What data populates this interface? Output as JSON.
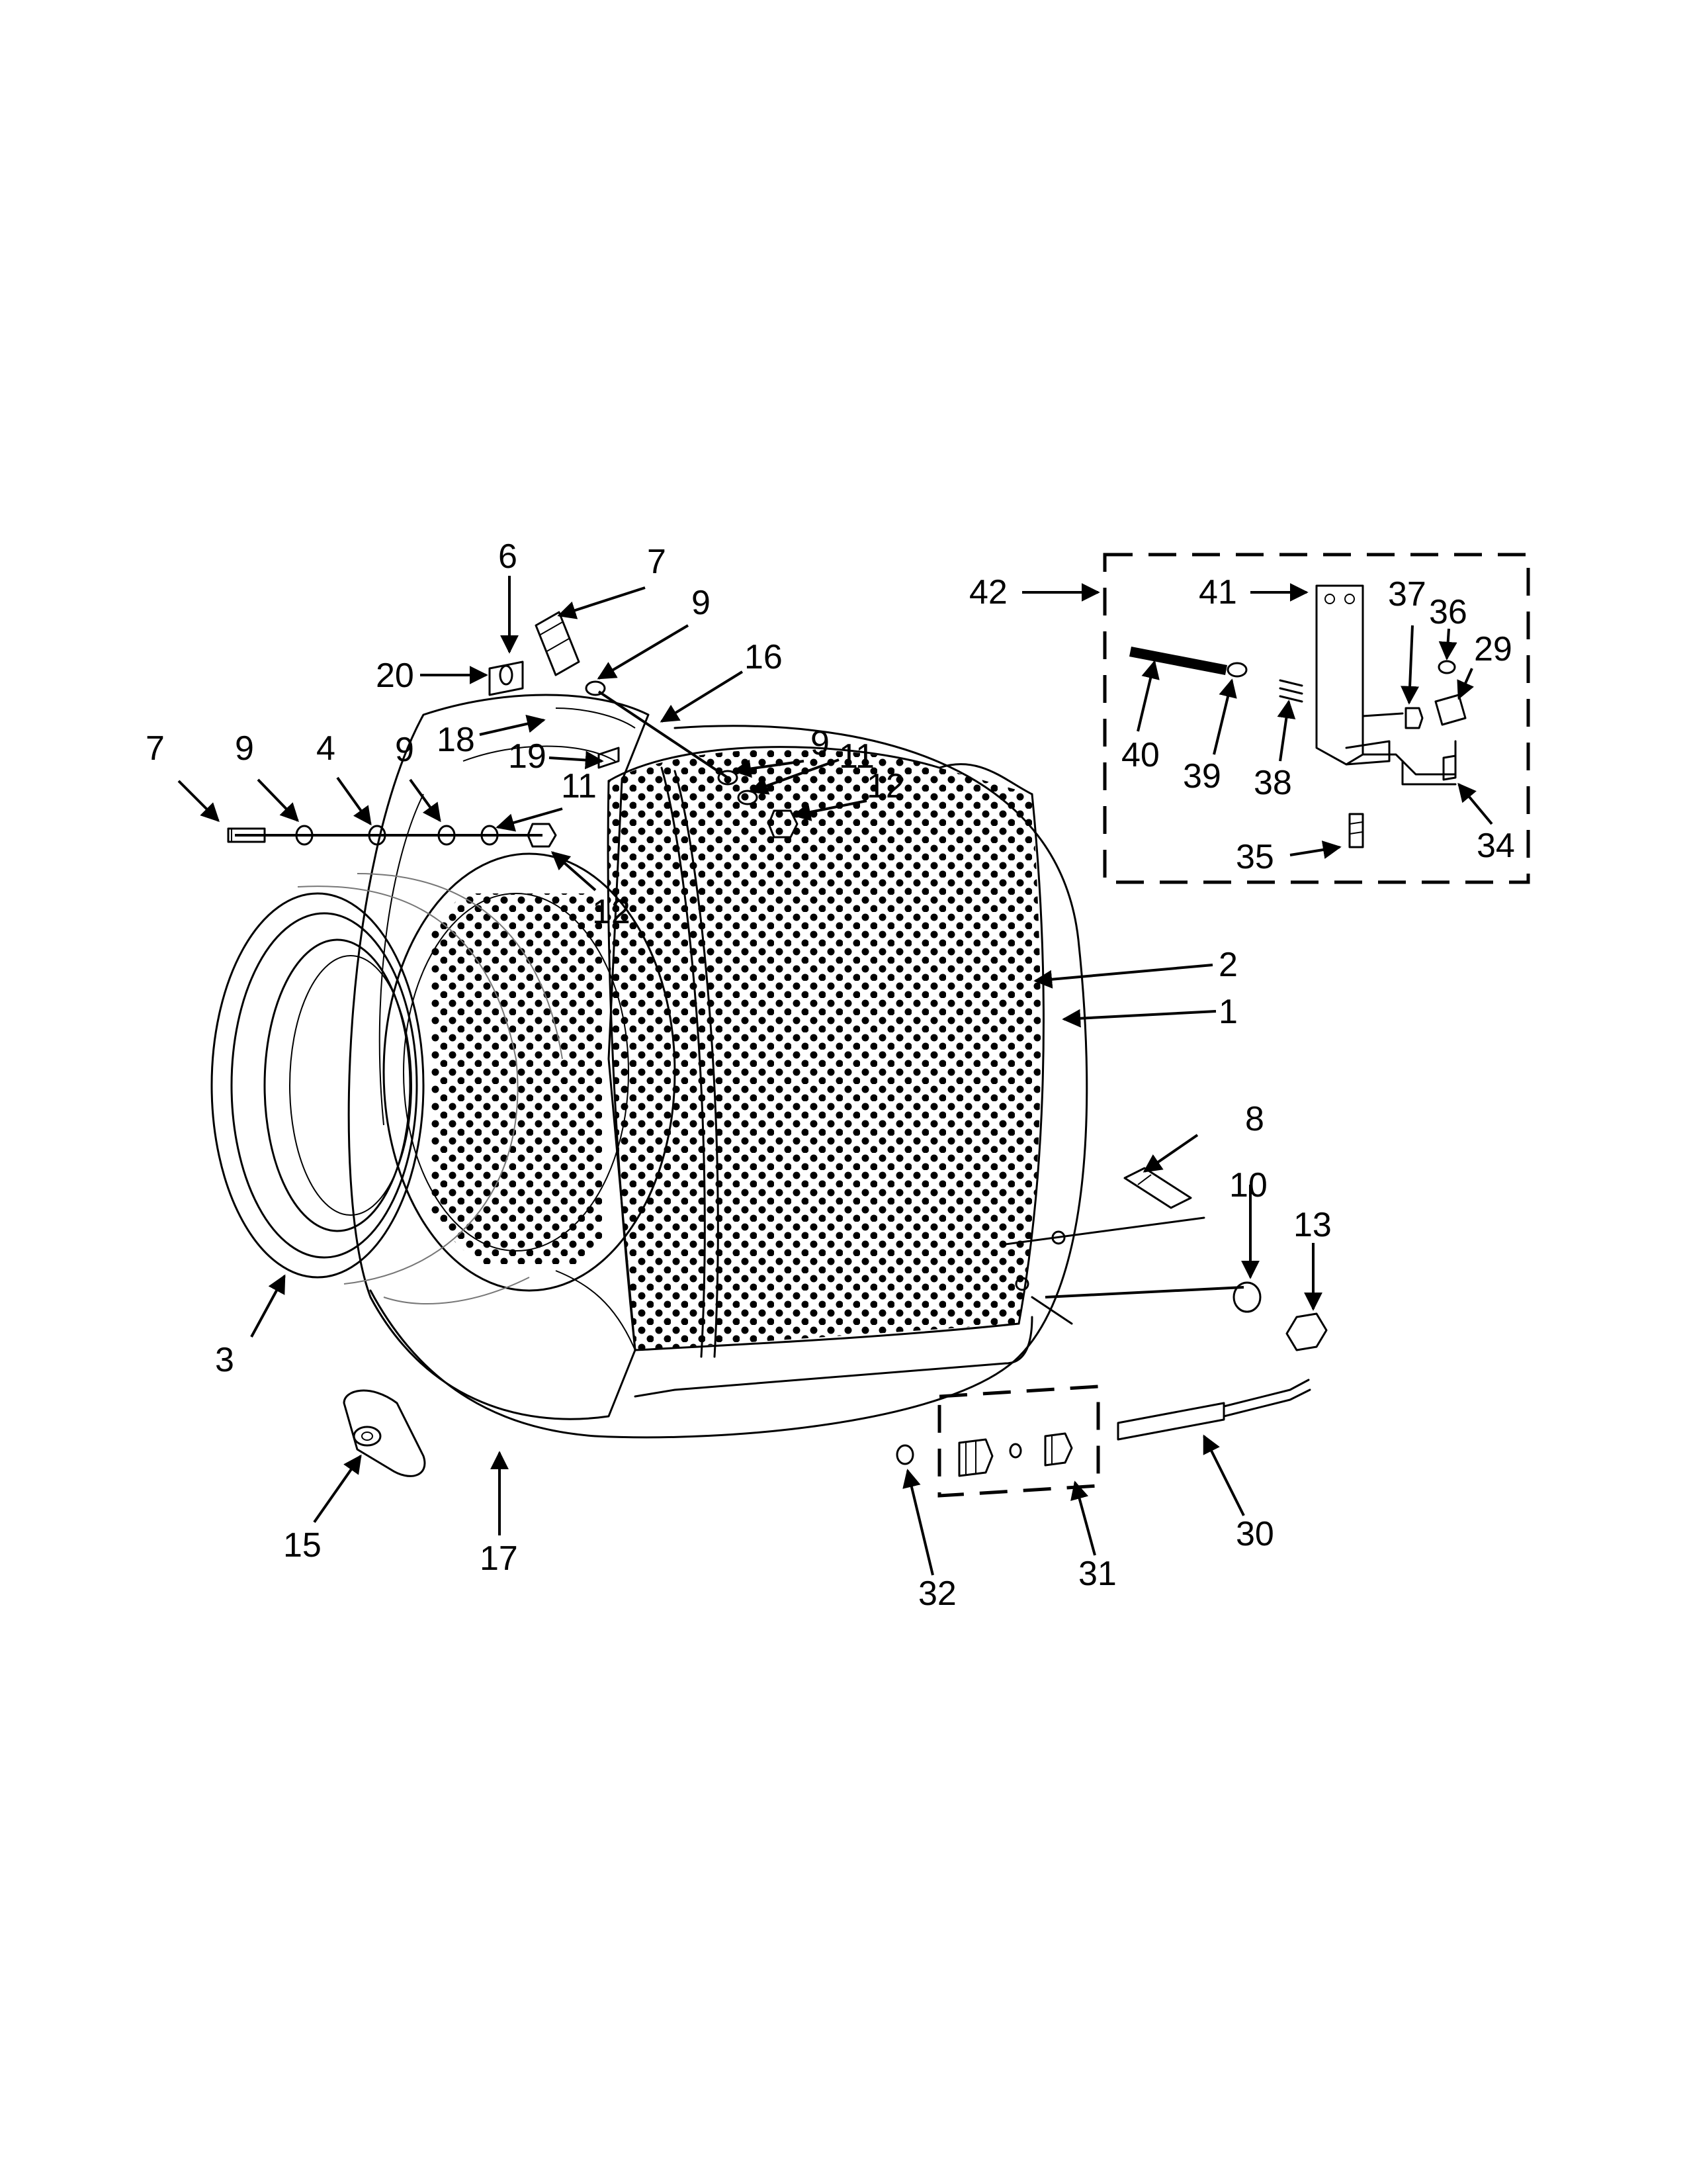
{
  "diagram": {
    "callouts": [
      {
        "id": "c1",
        "text": "1"
      },
      {
        "id": "c2",
        "text": "2"
      },
      {
        "id": "c3",
        "text": "3"
      },
      {
        "id": "c4",
        "text": "4"
      },
      {
        "id": "c6",
        "text": "6"
      },
      {
        "id": "c7a",
        "text": "7"
      },
      {
        "id": "c7b",
        "text": "7"
      },
      {
        "id": "c8",
        "text": "8"
      },
      {
        "id": "c9a",
        "text": "9"
      },
      {
        "id": "c9b",
        "text": "9"
      },
      {
        "id": "c9c",
        "text": "9"
      },
      {
        "id": "c9d",
        "text": "9"
      },
      {
        "id": "c10",
        "text": "10"
      },
      {
        "id": "c11a",
        "text": "11"
      },
      {
        "id": "c11b",
        "text": "11"
      },
      {
        "id": "c12a",
        "text": "12"
      },
      {
        "id": "c12b",
        "text": "12"
      },
      {
        "id": "c13",
        "text": "13"
      },
      {
        "id": "c15",
        "text": "15"
      },
      {
        "id": "c16",
        "text": "16"
      },
      {
        "id": "c17",
        "text": "17"
      },
      {
        "id": "c18",
        "text": "18"
      },
      {
        "id": "c19",
        "text": "19"
      },
      {
        "id": "c20",
        "text": "20"
      },
      {
        "id": "c29",
        "text": "29"
      },
      {
        "id": "c30",
        "text": "30"
      },
      {
        "id": "c31",
        "text": "31"
      },
      {
        "id": "c32",
        "text": "32"
      },
      {
        "id": "c34",
        "text": "34"
      },
      {
        "id": "c35",
        "text": "35"
      },
      {
        "id": "c36",
        "text": "36"
      },
      {
        "id": "c37",
        "text": "37"
      },
      {
        "id": "c38",
        "text": "38"
      },
      {
        "id": "c39",
        "text": "39"
      },
      {
        "id": "c40",
        "text": "40"
      },
      {
        "id": "c41",
        "text": "41"
      },
      {
        "id": "c42",
        "text": "42"
      }
    ]
  }
}
